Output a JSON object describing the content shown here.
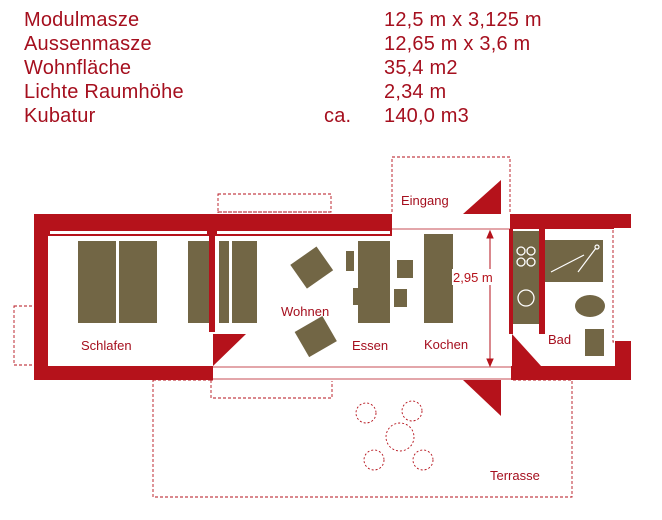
{
  "specs": [
    {
      "label": "Modulmasze",
      "prefix": "",
      "value": "12,5 m x 3,125 m"
    },
    {
      "label": "Aussenmasze",
      "prefix": "",
      "value": "12,65 m x 3,6 m"
    },
    {
      "label": "Wohnfläche",
      "prefix": "",
      "value": "35,4 m2"
    },
    {
      "label": "Lichte Raumhöhe",
      "prefix": "",
      "value": "2,34 m"
    },
    {
      "label": "Kubatur",
      "prefix": "ca.",
      "value": "140,0 m3"
    }
  ],
  "rooms": {
    "entrance": "Eingang",
    "bedroom": "Schlafen",
    "living": "Wohnen",
    "dining": "Essen",
    "kitchen": "Kochen",
    "bath": "Bad",
    "terrace": "Terrasse"
  },
  "dimension": "2,95 m",
  "colors": {
    "wall": "#b5121b",
    "furniture": "#726645",
    "text_red": "#a50f1e",
    "dashed": "#b5121b"
  }
}
